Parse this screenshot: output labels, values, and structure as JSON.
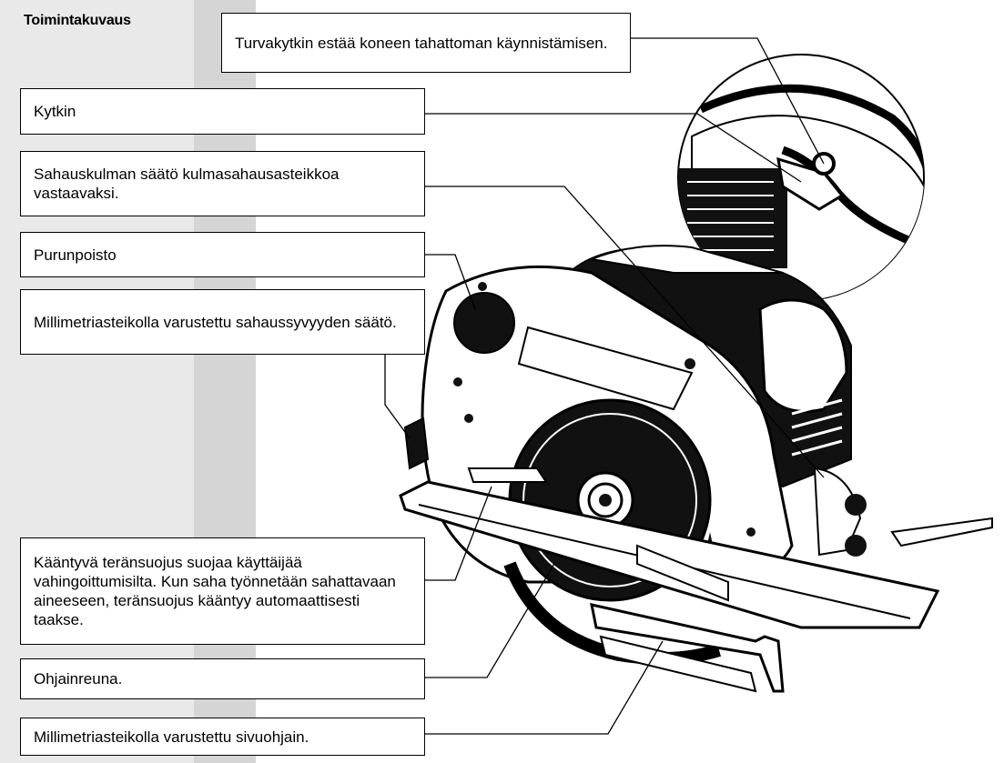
{
  "section": {
    "title": "Toimintakuvaus"
  },
  "callouts": [
    {
      "id": "safety-switch",
      "text": "Turvakytkin estää koneen tahattoman käynnistämisen."
    },
    {
      "id": "switch",
      "text": "Kytkin"
    },
    {
      "id": "bevel-adjust",
      "text": "Sahauskulman säätö kulmasahausasteikkoa vastaavaksi."
    },
    {
      "id": "dust-outlet",
      "text": "Purunpoisto"
    },
    {
      "id": "depth-adjust",
      "text": "Millimetriasteikolla varustettu sahaussyvyyden säätö."
    },
    {
      "id": "blade-guard",
      "text": "Kääntyvä teränsuojus suojaa käyttäijää vahingoittumisilta. Kun saha työnnetään sahattavaan aineeseen, teränsuojus kääntyy automaattisesti taakse."
    },
    {
      "id": "guide-edge",
      "text": "Ohjainreuna."
    },
    {
      "id": "side-guide",
      "text": "Millimetriasteikolla varustettu sivuohjain."
    }
  ],
  "colors": {
    "stripe_light": "#e9e9e9",
    "stripe_dark": "#d5d5d5",
    "ink": "#000000",
    "paper": "#ffffff"
  }
}
